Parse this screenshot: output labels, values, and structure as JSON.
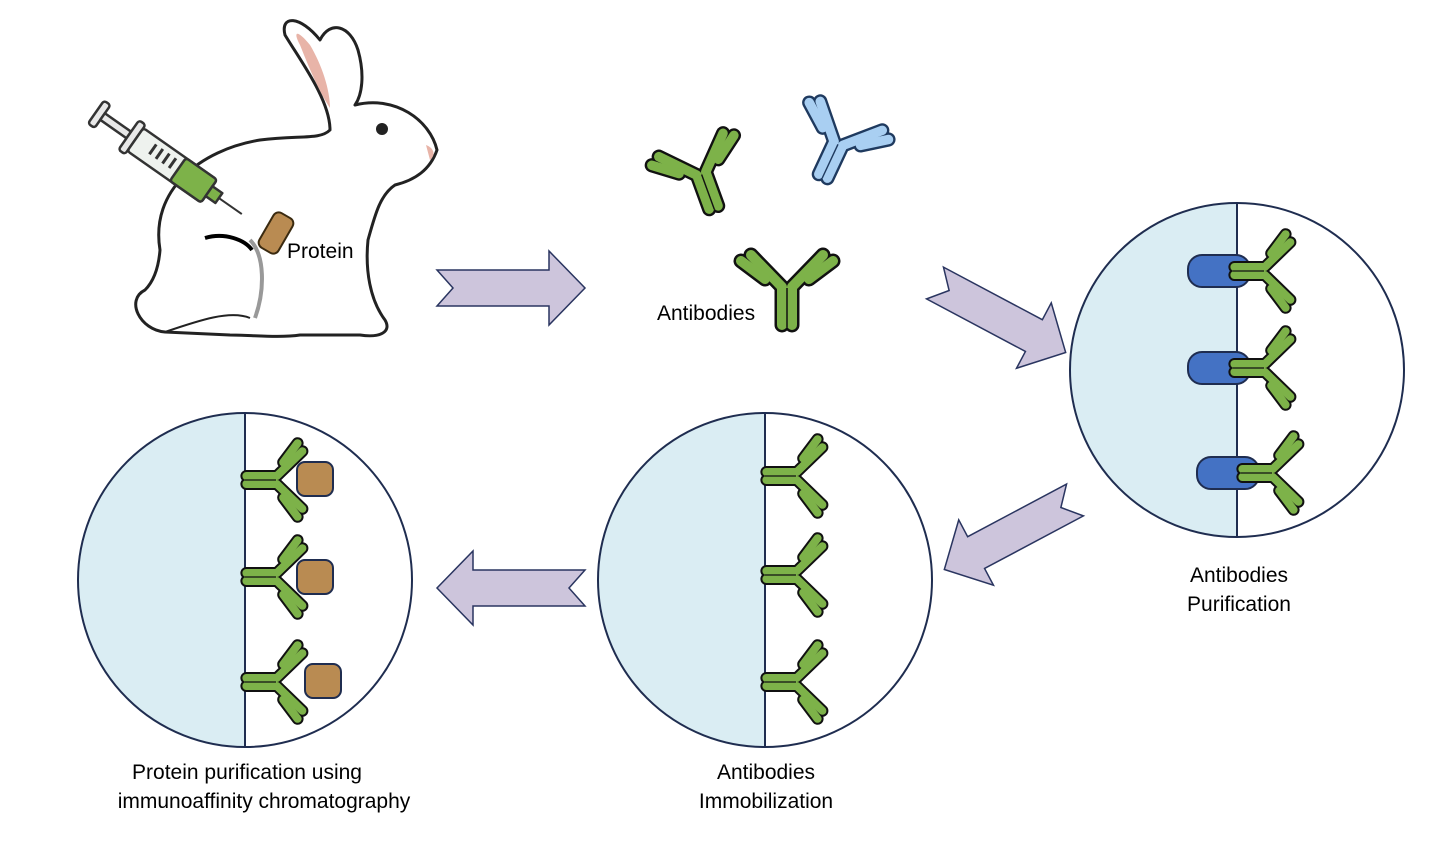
{
  "labels": {
    "protein": "Protein",
    "antibodies": "Antibodies",
    "purification_line1": "Antibodies",
    "purification_line2": "Purification",
    "immobilization_line1": "Antibodies",
    "immobilization_line2": "Immobilization",
    "final_line1": "Protein purification using",
    "final_line2": "immunoaffinity chromatography"
  },
  "colors": {
    "antibody_green": "#7db249",
    "antibody_blue": "#a9cff2",
    "protein_brown": "#b98b52",
    "anti_antibody_blue": "#4472c4",
    "support_light_blue": "#daedf3",
    "arrow_fill": "#cdc5dc",
    "outline": "#1f2d50"
  },
  "icons": [
    "rabbit-icon",
    "syringe-icon",
    "antibody-icon",
    "arrow-icon"
  ]
}
